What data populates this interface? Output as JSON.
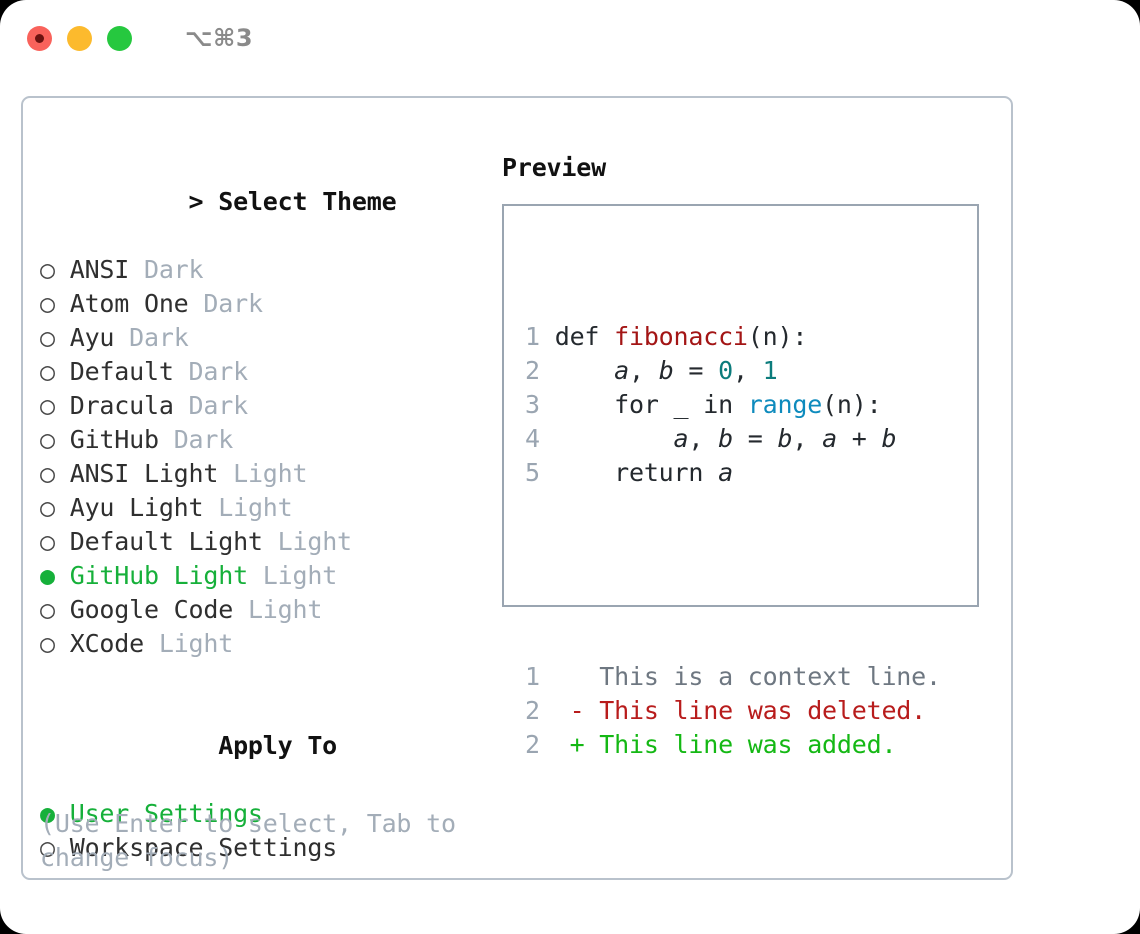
{
  "window": {
    "shortcut_label": "⌥⌘3",
    "traffic_lights": [
      {
        "name": "close",
        "color": "#f9625b"
      },
      {
        "name": "minimize",
        "color": "#fcba2d"
      },
      {
        "name": "zoom",
        "color": "#26c83f"
      }
    ]
  },
  "theme_picker": {
    "header": {
      "marker": ">",
      "title": "Select Theme"
    },
    "items": [
      {
        "bullet": "○",
        "label": "ANSI",
        "mode": "Dark",
        "selected": false
      },
      {
        "bullet": "○",
        "label": "Atom One",
        "mode": "Dark",
        "selected": false
      },
      {
        "bullet": "○",
        "label": "Ayu",
        "mode": "Dark",
        "selected": false
      },
      {
        "bullet": "○",
        "label": "Default",
        "mode": "Dark",
        "selected": false
      },
      {
        "bullet": "○",
        "label": "Dracula",
        "mode": "Dark",
        "selected": false
      },
      {
        "bullet": "○",
        "label": "GitHub",
        "mode": "Dark",
        "selected": false
      },
      {
        "bullet": "○",
        "label": "ANSI Light",
        "mode": "Light",
        "selected": false
      },
      {
        "bullet": "○",
        "label": "Ayu Light",
        "mode": "Light",
        "selected": false
      },
      {
        "bullet": "○",
        "label": "Default Light",
        "mode": "Light",
        "selected": false
      },
      {
        "bullet": "●",
        "label": "GitHub Light",
        "mode": "Light",
        "selected": true
      },
      {
        "bullet": "○",
        "label": "Google Code",
        "mode": "Light",
        "selected": false
      },
      {
        "bullet": "○",
        "label": "XCode",
        "mode": "Light",
        "selected": false
      }
    ]
  },
  "apply_to": {
    "header": "Apply To",
    "items": [
      {
        "bullet": "●",
        "label": "User Settings",
        "selected": true
      },
      {
        "bullet": "○",
        "label": "Workspace Settings",
        "selected": false
      }
    ]
  },
  "hint": "(Use Enter to select, Tab to change focus)",
  "preview": {
    "title": "Preview",
    "code_lines": [
      {
        "num": "1",
        "tokens": [
          {
            "text": "def ",
            "kind": "plain"
          },
          {
            "text": "fibonacci",
            "kind": "func"
          },
          {
            "text": "(n):",
            "kind": "plain"
          }
        ]
      },
      {
        "num": "2",
        "tokens": [
          {
            "text": "    ",
            "kind": "plain"
          },
          {
            "text": "a",
            "kind": "var"
          },
          {
            "text": ", ",
            "kind": "plain"
          },
          {
            "text": "b",
            "kind": "var"
          },
          {
            "text": " = ",
            "kind": "plain"
          },
          {
            "text": "0",
            "kind": "num"
          },
          {
            "text": ", ",
            "kind": "plain"
          },
          {
            "text": "1",
            "kind": "num"
          }
        ]
      },
      {
        "num": "3",
        "tokens": [
          {
            "text": "    for _ in ",
            "kind": "plain"
          },
          {
            "text": "range",
            "kind": "builtin"
          },
          {
            "text": "(n):",
            "kind": "plain"
          }
        ]
      },
      {
        "num": "4",
        "tokens": [
          {
            "text": "        ",
            "kind": "plain"
          },
          {
            "text": "a",
            "kind": "var"
          },
          {
            "text": ", ",
            "kind": "plain"
          },
          {
            "text": "b",
            "kind": "var"
          },
          {
            "text": " = ",
            "kind": "plain"
          },
          {
            "text": "b",
            "kind": "var"
          },
          {
            "text": ", ",
            "kind": "plain"
          },
          {
            "text": "a",
            "kind": "var"
          },
          {
            "text": " + ",
            "kind": "plain"
          },
          {
            "text": "b",
            "kind": "var"
          }
        ]
      },
      {
        "num": "5",
        "tokens": [
          {
            "text": "    return ",
            "kind": "plain"
          },
          {
            "text": "a",
            "kind": "var"
          }
        ]
      }
    ],
    "diff_lines": [
      {
        "num": "1",
        "marker": " ",
        "text": "This is a context line.",
        "kind": "ctx"
      },
      {
        "num": "2",
        "marker": "-",
        "text": "This line was deleted.",
        "kind": "del"
      },
      {
        "num": "2",
        "marker": "+",
        "text": "This line was added.",
        "kind": "add"
      }
    ]
  },
  "colors": {
    "selected_green": "#16b03a",
    "muted_badge": "#a3adb8",
    "line_number": "#9aa5b1",
    "panel_border": "#b9c2cc",
    "preview_border": "#9aa5b1",
    "func_red": "#a31515",
    "builtin_blue": "#0e8bbd",
    "number_teal": "#0c7c7c",
    "diff_deleted": "#b81c1c",
    "diff_added": "#14b814",
    "diff_context": "#6e7781"
  }
}
